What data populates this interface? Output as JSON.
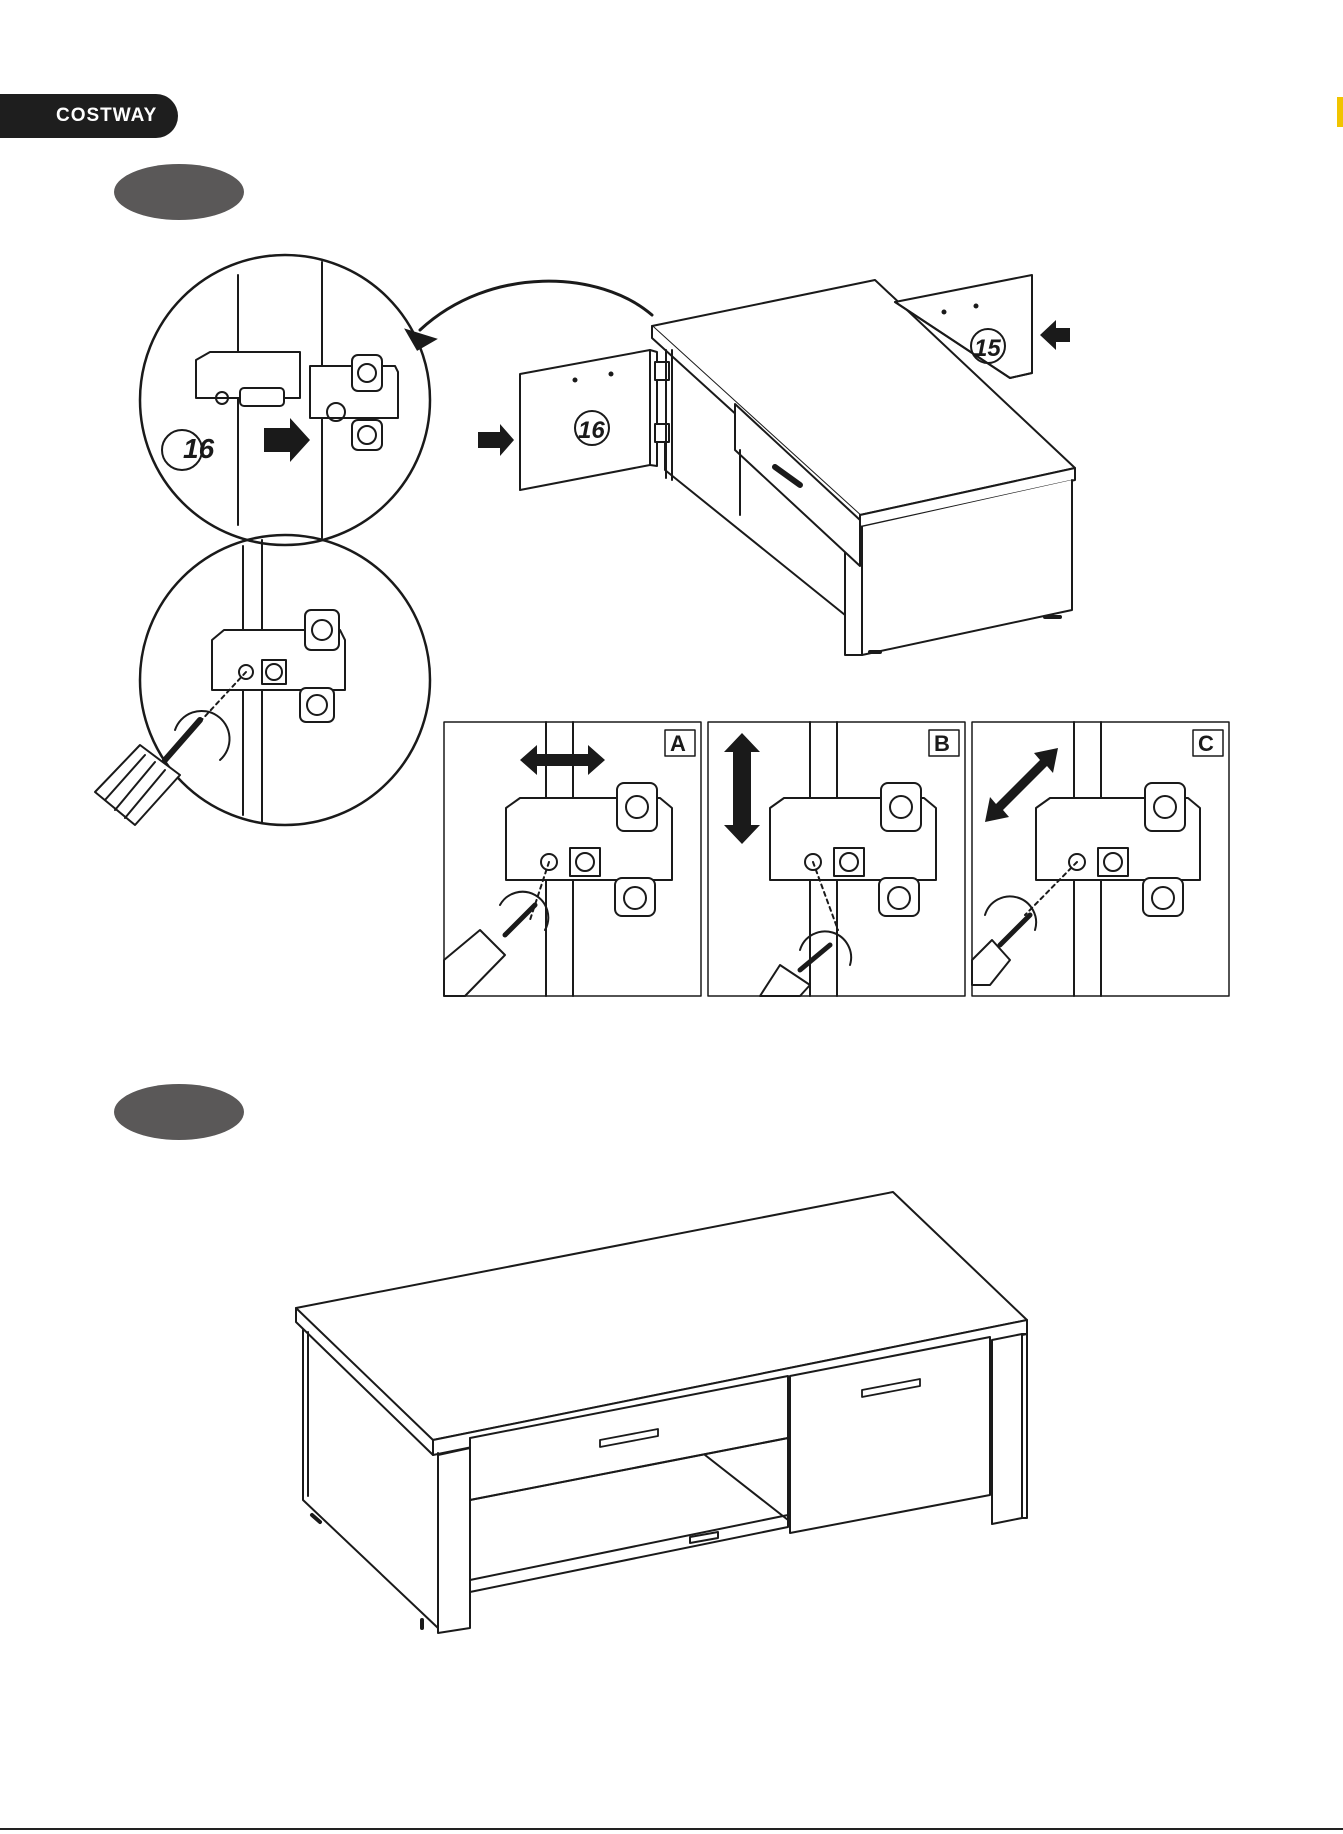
{
  "brand": {
    "name": "COSTWAY"
  },
  "steps": [
    {
      "number": ""
    },
    {
      "number": ""
    }
  ],
  "labels": {
    "part_16_callout": "16",
    "part_16_door": "16",
    "part_15_door": "15",
    "adjust_a": "A",
    "adjust_b": "B",
    "adjust_c": "C"
  },
  "colors": {
    "brand_bar": "#1e1e1e",
    "step_badge": "#5a5858",
    "line": "#1a1a1a",
    "accent_edge": "#f1c400"
  }
}
